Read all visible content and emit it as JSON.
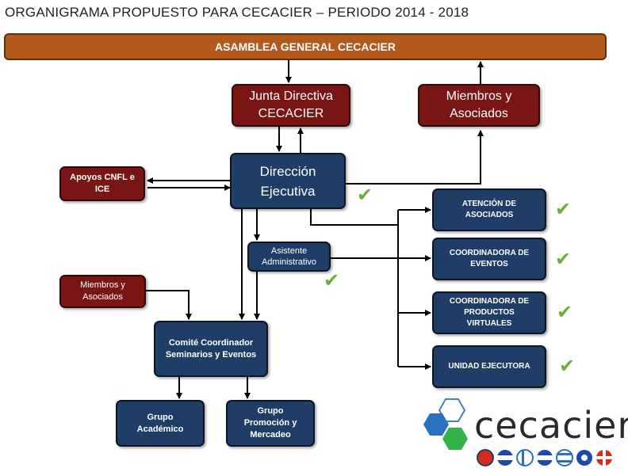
{
  "title": "ORGANIGRAMA PROPUESTO PARA CECACIER – PERIODO 2014 - 2018",
  "nodes": {
    "asamblea": "ASAMBLEA GENERAL CECACIER",
    "junta": "Junta Directiva CECACIER",
    "miembros_top": "Miembros y Asociados",
    "direccion": "Dirección Ejecutiva",
    "apoyos": "Apoyos CNFL e ICE",
    "asistente": "Asistente Administrativo",
    "miembros_left": "Miembros y Asociados",
    "comite": "Comité Coordinador Seminarios y Eventos",
    "grupo_academico": "Grupo Académico",
    "grupo_promocion": "Grupo Promoción y Mercadeo",
    "atencion": "ATENCIÓN DE ASOCIADOS",
    "coord_eventos": "COORDINADORA DE EVENTOS",
    "coord_productos": "COORDINADORA DE PRODUCTOS VIRTUALES",
    "unidad": "UNIDAD EJECUTORA"
  },
  "check_glyph": "✔",
  "logo": {
    "text": "cecacier",
    "icon": "hexagon-cluster-icon",
    "flags": "member-country-flags-icon"
  },
  "colors": {
    "navy": "#1f3d66",
    "dark_red": "#7a1515",
    "banner": "#b15a1c",
    "check": "#6fae3d",
    "arrow": "#000000"
  }
}
